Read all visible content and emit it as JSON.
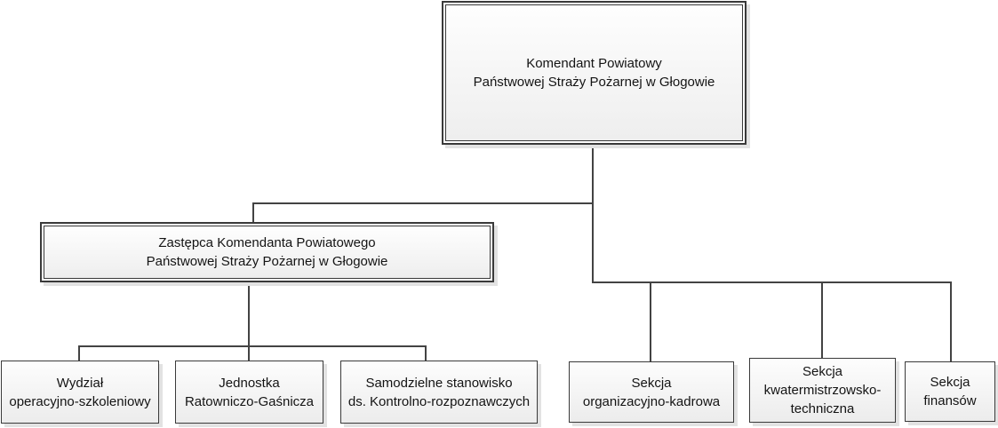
{
  "diagram": {
    "type": "org-chart",
    "language": "pl",
    "palette": {
      "node_border": "#3a3a3a",
      "connector": "#434343",
      "node_fill_top": "#fdfdfd",
      "node_fill_bottom": "#ececec",
      "shadow": "#e2e2e2",
      "text": "#141414",
      "background": "#ffffff"
    },
    "nodes": [
      {
        "id": "komendant",
        "border_style": "double",
        "parent": null,
        "lines": [
          "Komendant Powiatowy",
          "Państwowej Straży Pożarnej w Głogowie"
        ]
      },
      {
        "id": "zastepca",
        "border_style": "double",
        "parent": "komendant",
        "lines": [
          "Zastępca Komendanta Powiatowego",
          "Państwowej Straży Pożarnej w Głogowie"
        ]
      },
      {
        "id": "wydzial",
        "border_style": "single",
        "parent": "zastepca",
        "lines": [
          "Wydział",
          "operacyjno-szkoleniowy"
        ]
      },
      {
        "id": "jednostka",
        "border_style": "single",
        "parent": "zastepca",
        "lines": [
          "Jednostka",
          "Ratowniczo-Gaśnicza"
        ]
      },
      {
        "id": "samodzielne",
        "border_style": "single",
        "parent": "zastepca",
        "lines": [
          "Samodzielne stanowisko",
          "ds. Kontrolno-rozpoznawczych"
        ]
      },
      {
        "id": "sekcja-organizacyjno-kadrowa",
        "border_style": "single",
        "parent": "komendant",
        "lines": [
          "Sekcja",
          "organizacyjno-kadrowa"
        ]
      },
      {
        "id": "sekcja-kwatermistrzowsko-techniczna",
        "border_style": "single",
        "parent": "komendant",
        "lines": [
          "Sekcja",
          "kwatermistrzowsko-",
          "techniczna"
        ]
      },
      {
        "id": "sekcja-finansow",
        "border_style": "single",
        "parent": "komendant",
        "lines": [
          "Sekcja",
          "finansów"
        ]
      }
    ],
    "edges": [
      {
        "from": "komendant",
        "to": "zastepca"
      },
      {
        "from": "komendant",
        "to": "sekcja-organizacyjno-kadrowa"
      },
      {
        "from": "komendant",
        "to": "sekcja-kwatermistrzowsko-techniczna"
      },
      {
        "from": "komendant",
        "to": "sekcja-finansow"
      },
      {
        "from": "zastepca",
        "to": "wydzial"
      },
      {
        "from": "zastepca",
        "to": "jednostka"
      },
      {
        "from": "zastepca",
        "to": "samodzielne"
      }
    ]
  }
}
